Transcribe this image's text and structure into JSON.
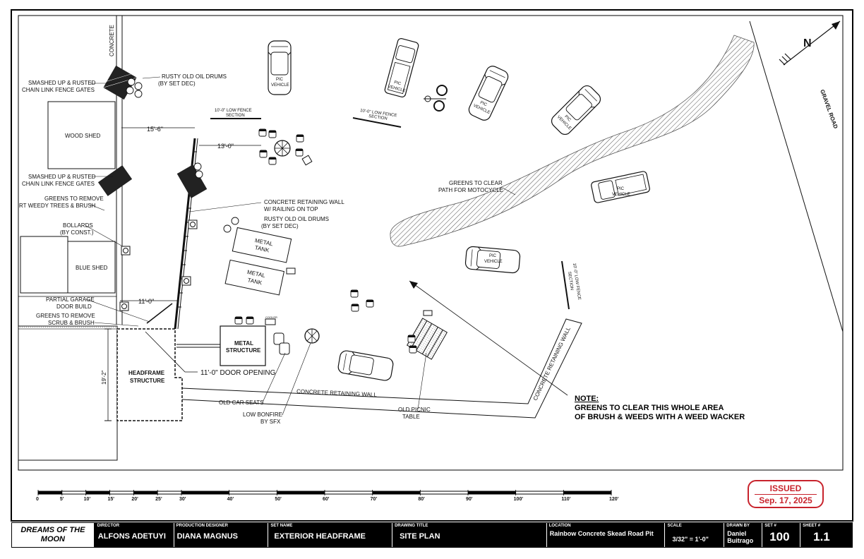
{
  "labels": {
    "concrete": "CONCRETE",
    "smashed_gates_1a": "SMASHED UP & RUSTED",
    "smashed_gates_1b": "CHAIN LINK FENCE GATES",
    "oil_drums_1a": "RUSTY OLD OIL DRUMS",
    "oil_drums_1b": "(BY SET DEC)",
    "low_fence_1a": "10'-0\" LOW FENCE",
    "low_fence_1b": "SECTION",
    "low_fence_2a": "10'-0\" LOW FENCE",
    "low_fence_2b": "SECTION",
    "low_fence_3a": "10'-0\" LOW FENCE",
    "low_fence_3b": "SECTION",
    "wood_shed": "WOOD SHED",
    "dim_15_6": "15'-6\"",
    "dim_13_0": "13'-0\"",
    "smashed_gates_2a": "SMASHED UP & RUSTED",
    "smashed_gates_2b": "CHAIN LINK FENCE GATES",
    "greens_remove_1a": "GREENS TO REMOVE",
    "greens_remove_1b": "RT WEEDY TREES & BRUSH",
    "retaining_wall_a": "CONCRETE RETAINING WALL",
    "retaining_wall_b": "W/ RAILING ON TOP",
    "oil_drums_2a": "RUSTY OLD OIL DRUMS",
    "oil_drums_2b": "(BY SET DEC)",
    "bollards_a": "BOLLARDS",
    "bollards_b": "(BY CONST.)",
    "blue_shed": "BLUE SHED",
    "metal_tank": "METAL",
    "tank": "TANK",
    "partial_garage_a": "PARTIAL GARAGE",
    "partial_garage_b": "DOOR BUILD",
    "dim_11_0": "11'-0\"",
    "greens_remove_2a": "GREENS TO REMOVE",
    "greens_remove_2b": "SCRUB & BRUSH",
    "metal_structure_a": "METAL",
    "metal_structure_b": "STRUCTURE",
    "headframe_a": "HEADFRAME",
    "headframe_b": "STRUCTURE",
    "dim_19_2": "19'-2\"",
    "door_opening": "11'-0\" DOOR OPENING",
    "concrete_wall_bottom": "CONCRETE RETAINING WALL",
    "concrete_wall_diag": "CONCRETE RETAINING WALL",
    "old_car_seats": "OLD CAR SEATS",
    "low_bonfire_a": "LOW BONFIRE",
    "low_bonfire_b": "BY SFX",
    "old_picnic_a": "OLD PICNIC",
    "old_picnic_b": "TABLE",
    "greens_clear_a": "GREENS TO CLEAR",
    "greens_clear_b": "PATH FOR MOTOCYCLE",
    "gravel_road": "GRAVEL ROAD",
    "pic_a": "PIC",
    "pic_b": "VEHICLE",
    "cooler": "COOLER",
    "north": "N",
    "note_title": "NOTE:",
    "note_line1": "GREENS TO CLEAR THIS WHOLE AREA",
    "note_line2": "OF BRUSH & WEEDS WITH A WEED WACKER"
  },
  "scale_bar": {
    "ticks": [
      "0",
      "5'",
      "10'",
      "15'",
      "20'",
      "25'",
      "30'",
      "40'",
      "50'",
      "60'",
      "70'",
      "80'",
      "90'",
      "100'",
      "110'",
      "120'"
    ]
  },
  "stamp": {
    "status": "ISSUED",
    "date": "Sep. 17, 2025",
    "color": "#c8232c"
  },
  "title_block": {
    "production": "DREAMS OF THE MOON",
    "director_caption": "DIRECTOR",
    "director": "ALFONS ADETUYI",
    "designer_caption": "PRODUCTION DESIGNER",
    "designer": "DIANA MAGNUS",
    "set_name_caption": "SET NAME",
    "set_name": "EXTERIOR HEADFRAME",
    "drawing_title_caption": "DRAWING TITLE",
    "drawing_title": "SITE PLAN",
    "location_caption": "LOCATION",
    "location": "Rainbow Concrete Skead Road Pit",
    "scale_caption": "SCALE",
    "scale": "3/32\" = 1'-0\"",
    "drawn_by_caption": "DRAWN BY",
    "drawn_by": "Daniel Buitrago",
    "set_no_caption": "SET #",
    "set_no": "100",
    "sheet_caption": "SHEET #",
    "sheet": "1.1"
  }
}
